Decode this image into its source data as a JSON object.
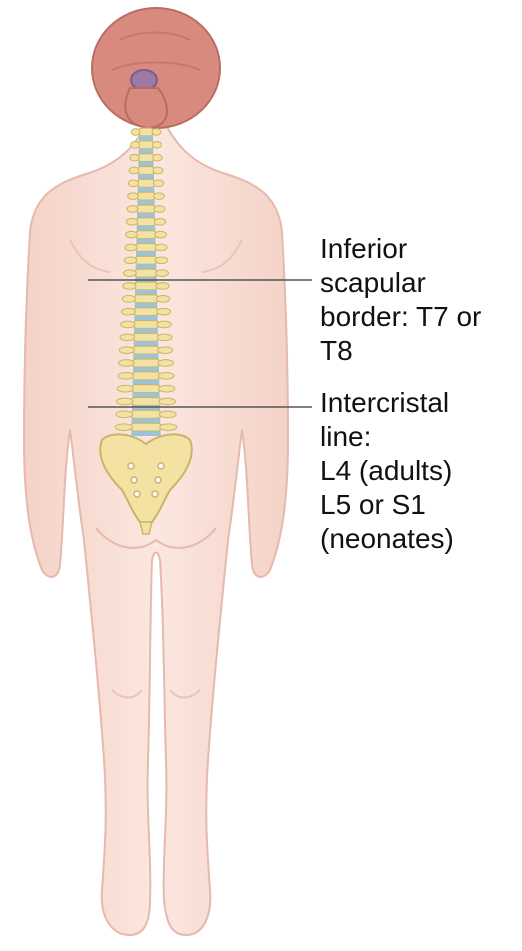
{
  "labels": {
    "inferior_scapular": "Inferior\nscapular\nborder: T7 or\nT8",
    "intercristal": "Intercristal\nline:\nL4 (adults)\nL5 or S1\n(neonates)"
  },
  "colors": {
    "skin": "#f9e0d8",
    "skin_outline": "#e6b9ad",
    "hair": "#d98a7e",
    "bun": "#9c7aa5",
    "bone": "#f3e2a1",
    "bone_outline": "#c9b46a",
    "disc": "#9ec3d6",
    "leader_line": "#555555"
  },
  "icons": [
    "human-figure-back-view",
    "spine",
    "sacrum"
  ]
}
